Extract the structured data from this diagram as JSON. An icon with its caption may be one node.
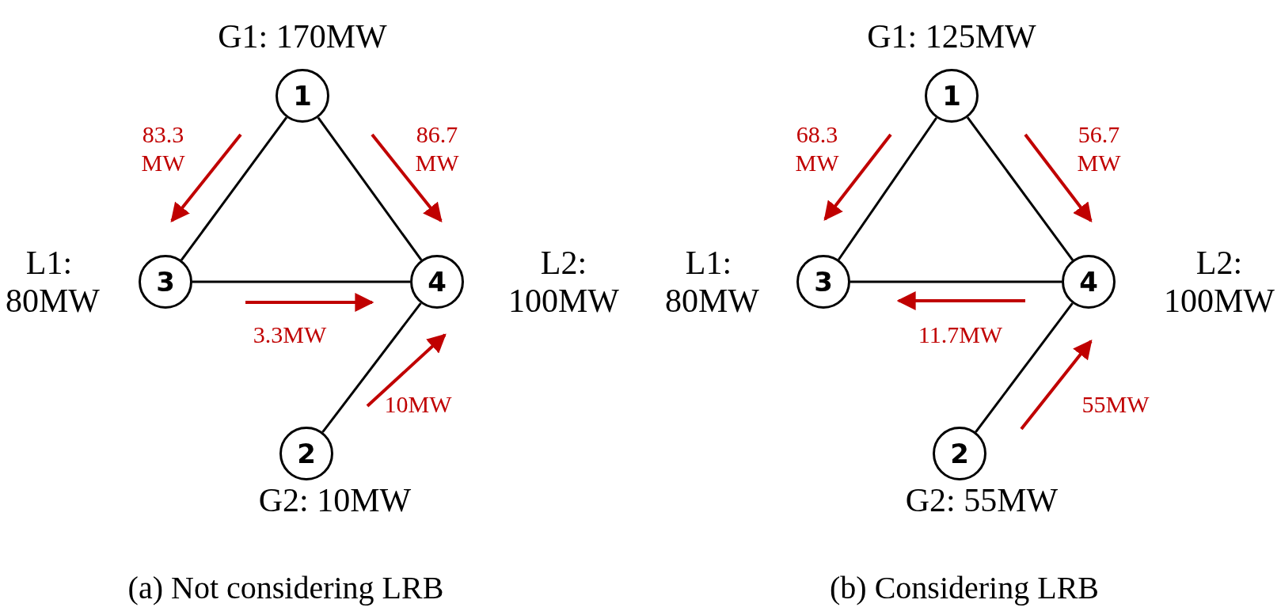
{
  "diagram": {
    "nodes": [
      {
        "text": [
          "1"
        ],
        "beside": [
          "G1: 170MW"
        ]
      },
      {
        "text": [
          "3"
        ],
        "beside": [
          "L1: 80MW"
        ]
      },
      {
        "text": [
          "4"
        ],
        "beside": [
          "L2: 100MW"
        ]
      },
      {
        "text": [
          "2"
        ],
        "beside": [
          "G2: 10MW"
        ]
      },
      {
        "text": [
          "1"
        ],
        "beside": [
          "G1: 125MW"
        ]
      },
      {
        "text": [
          "3"
        ],
        "beside": [
          "L1: 80MW"
        ]
      },
      {
        "text": [
          "4"
        ],
        "beside": [
          "L2: 100MW"
        ]
      },
      {
        "text": [
          "2"
        ],
        "beside": [
          "G2: 55MW"
        ]
      }
    ],
    "edges": [
      {
        "from": 0,
        "to": 1,
        "arrow": "none"
      },
      {
        "from": 0,
        "to": 2,
        "arrow": "none"
      },
      {
        "from": 1,
        "to": 2,
        "arrow": "none"
      },
      {
        "from": 3,
        "to": 2,
        "arrow": "none"
      },
      {
        "from": 4,
        "to": 5,
        "arrow": "none"
      },
      {
        "from": 4,
        "to": 6,
        "arrow": "none"
      },
      {
        "from": 5,
        "to": 6,
        "arrow": "none"
      },
      {
        "from": 7,
        "to": 6,
        "arrow": "none"
      }
    ],
    "labels": [
      "83.3 MW",
      "86.7 MW",
      "3.3MW",
      "10MW",
      "(a) Not considering LRB",
      "68.3 MW",
      "56.7 MW",
      "11.7MW",
      "55MW",
      "(b) Considering LRB"
    ]
  }
}
